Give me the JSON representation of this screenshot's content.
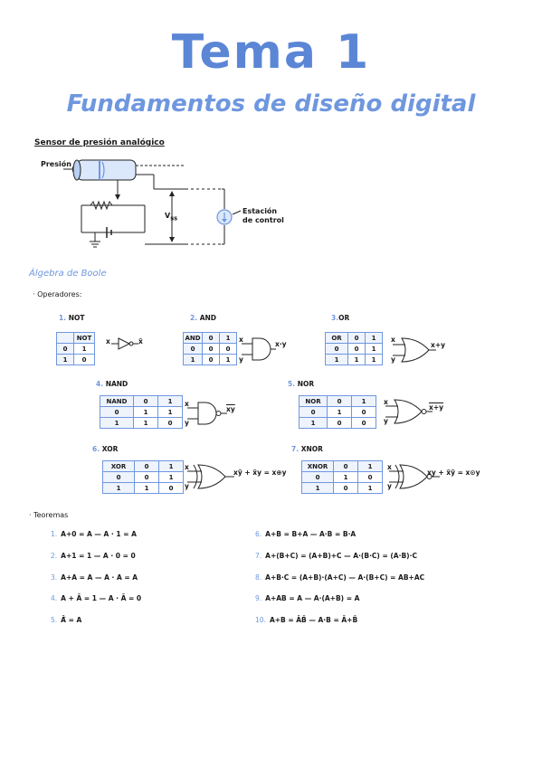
{
  "title": "Tema 1",
  "subtitle": "Fundamentos de diseño digital",
  "sensor": {
    "heading": "Sensor de presión analógico",
    "presion_label": "Presión",
    "voltage_label": "V",
    "voltage_sub": "ss",
    "station_line1": "Estación",
    "station_line2": "de control"
  },
  "boole": {
    "heading": "Álgebra de Boole",
    "operators_label": "· Operadores:",
    "theorems_label": "· Teoremas"
  },
  "gates": {
    "not": {
      "num": "1.",
      "name": "NOT",
      "out": "x̄",
      "in1": "x"
    },
    "and": {
      "num": "2.",
      "name": "AND",
      "out": "x·y",
      "in1": "x",
      "in2": "y"
    },
    "or": {
      "num": "3.",
      "name": "OR",
      "out": "x+y",
      "in1": "x",
      "in2": "y"
    },
    "nand": {
      "num": "4.",
      "name": "NAND",
      "out": "xy",
      "in1": "x",
      "in2": "y"
    },
    "nor": {
      "num": "5.",
      "name": "NOR",
      "out": "x+y",
      "in1": "x",
      "in2": "y"
    },
    "xor": {
      "num": "6.",
      "name": "XOR",
      "out_a": "xȳ + x̄y = x⊕y",
      "in1": "x",
      "in2": "y"
    },
    "xnor": {
      "num": "7.",
      "name": "XNOR",
      "out_a": "xy + x̄ȳ = x⊙y",
      "in1": "x",
      "in2": "y"
    }
  },
  "tables": {
    "not": [
      [
        "",
        "NOT"
      ],
      [
        "0",
        "1"
      ],
      [
        "1",
        "0"
      ]
    ],
    "and": [
      [
        "AND",
        "0",
        "1"
      ],
      [
        "0",
        "0",
        "0"
      ],
      [
        "1",
        "0",
        "1"
      ]
    ],
    "or": [
      [
        "OR",
        "0",
        "1"
      ],
      [
        "0",
        "0",
        "1"
      ],
      [
        "1",
        "1",
        "1"
      ]
    ],
    "nand": [
      [
        "NAND",
        "0",
        "1"
      ],
      [
        "0",
        "1",
        "1"
      ],
      [
        "1",
        "1",
        "0"
      ]
    ],
    "nor": [
      [
        "NOR",
        "0",
        "1"
      ],
      [
        "0",
        "1",
        "0"
      ],
      [
        "1",
        "0",
        "0"
      ]
    ],
    "xor": [
      [
        "XOR",
        "0",
        "1"
      ],
      [
        "0",
        "0",
        "1"
      ],
      [
        "1",
        "1",
        "0"
      ]
    ],
    "xnor": [
      [
        "XNOR",
        "0",
        "1"
      ],
      [
        "0",
        "1",
        "0"
      ],
      [
        "1",
        "0",
        "1"
      ]
    ]
  },
  "theorems_left": [
    {
      "n": "1.",
      "t": "A+0 = A  —  A · 1 = A"
    },
    {
      "n": "2.",
      "t": "A+1 = 1  —  A · 0 = 0"
    },
    {
      "n": "3.",
      "t": "A+A = A  —  A · A = A"
    },
    {
      "n": "4.",
      "t": "A + Ā = 1  —  A · Ā = 0"
    },
    {
      "n": "5.",
      "t": "Ā̄ = A"
    }
  ],
  "theorems_right": [
    {
      "n": "6.",
      "t": "A+B = B+A  —  A·B = B·A"
    },
    {
      "n": "7.",
      "t": "A+(B+C) = (A+B)+C  —  A·(B·C) = (A·B)·C"
    },
    {
      "n": "8.",
      "t": "A+B·C = (A+B)·(A+C)  —  A·(B+C) = AB+AC"
    },
    {
      "n": "9.",
      "t": "A+AB = A  —  A·(A+B) = A"
    },
    {
      "n": "10.",
      "t": "A+B = ĀB̄  —  A·B = Ā+B̄"
    }
  ],
  "colors": {
    "accent": "#6f97df",
    "title": "#5b86d6"
  }
}
